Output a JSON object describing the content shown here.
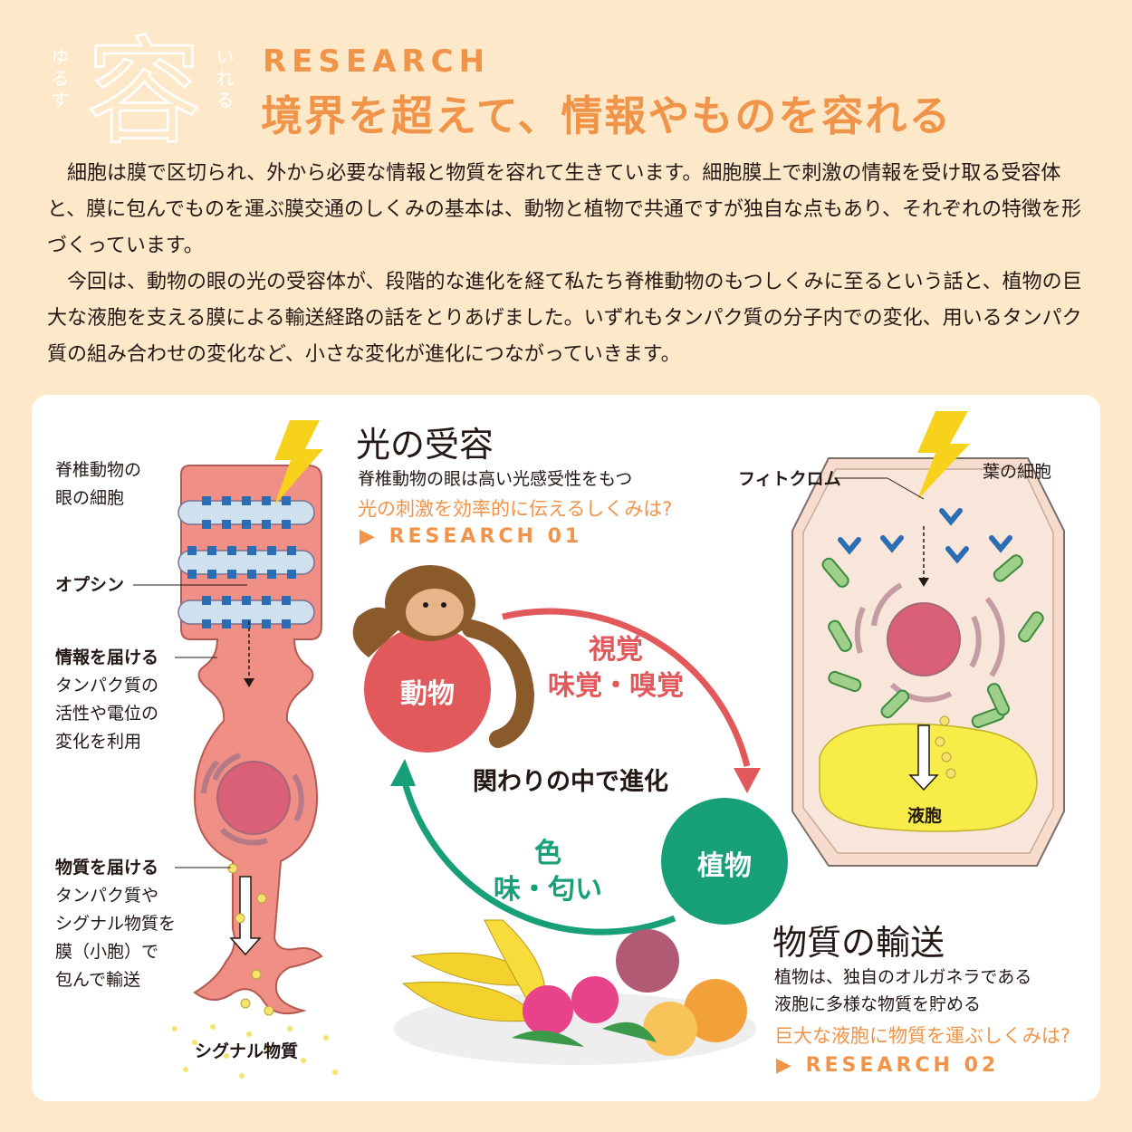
{
  "header": {
    "logo_kanji": "容",
    "logo_left": "ゆるす",
    "logo_right": "いれる",
    "research_label": "RESEARCH",
    "title": "境界を超えて、情報やものを容れる"
  },
  "intro": {
    "paragraph1": "細胞は膜で区切られ、外から必要な情報と物質を容れて生きています。細胞膜上で刺激の情報を受け取る受容体と、膜に包んでものを運ぶ膜交通のしくみの基本は、動物と植物で共通ですが独自な点もあり、それぞれの特徴を形づくっています。",
    "paragraph2": "今回は、動物の眼の光の受容体が、段階的な進化を経て私たち脊椎動物のもつしくみに至るという話と、植物の巨大な液胞を支える膜による輸送経路の話をとりあげました。いずれもタンパク質の分子内での変化、用いるタンパク質の組み合わせの変化など、小さな変化が進化につながっていきます。"
  },
  "left_cell": {
    "title_line1": "脊椎動物の",
    "title_line2": "眼の細胞",
    "opsin": "オプシン",
    "info_head": "情報を届ける",
    "info_l1": "タンパク質の",
    "info_l2": "活性や電位の",
    "info_l3": "変化を利用",
    "mat_head": "物質を届ける",
    "mat_l1": "タンパク質や",
    "mat_l2": "シグナル物質を",
    "mat_l3": "膜（小胞）で",
    "mat_l4": "包んで輸送",
    "signal": "シグナル物質"
  },
  "light": {
    "title": "光の受容",
    "sub": "脊椎動物の眼は高い光感受性をもつ",
    "question": "光の刺激を効率的に伝えるしくみは?",
    "link": "RESEARCH 01"
  },
  "cycle": {
    "animal": "動物",
    "plant": "植物",
    "top_line1": "視覚",
    "top_line2": "味覚・嗅覚",
    "center": "関わりの中で進化",
    "bottom_line1": "色",
    "bottom_line2": "味・匂い"
  },
  "right_cell": {
    "title": "葉の細胞",
    "phytochrome": "フィトクロム",
    "vacuole": "液胞"
  },
  "transport": {
    "title": "物質の輸送",
    "sub1": "植物は、独自のオルガネラである",
    "sub2": "液胞に多様な物質を貯める",
    "question": "巨大な液胞に物質を運ぶしくみは?",
    "link": "RESEARCH 02"
  },
  "colors": {
    "orange": "#f0944a",
    "red": "#e2595c",
    "green": "#17a078",
    "cell_pink": "#ef8f85",
    "background": "#fde9c9"
  }
}
